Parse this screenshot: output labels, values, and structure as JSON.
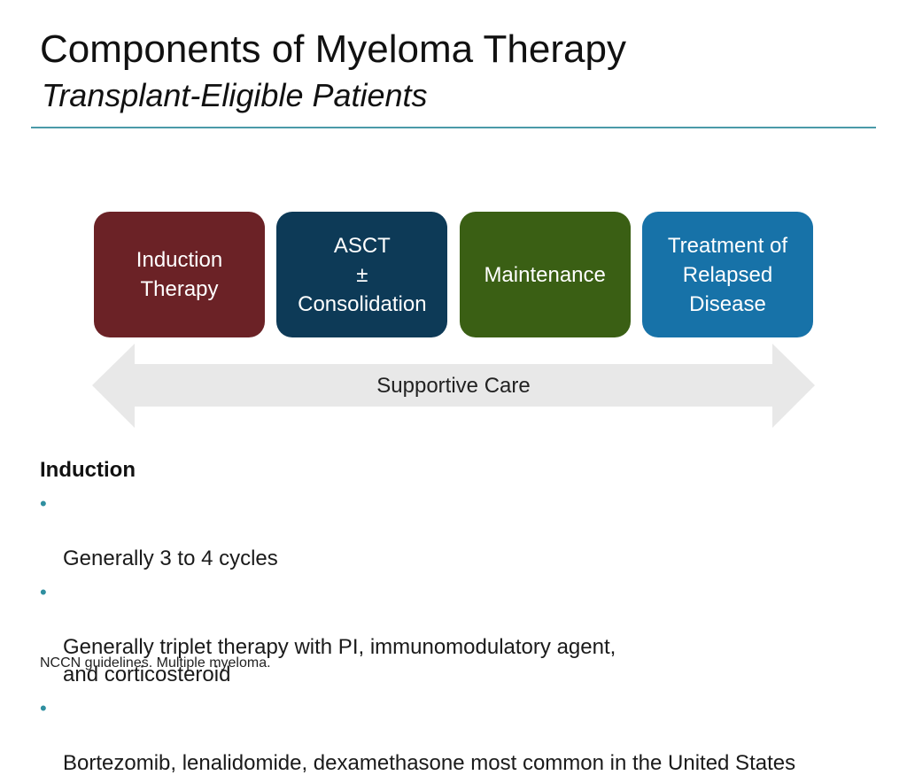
{
  "title": "Components of Myeloma Therapy",
  "subtitle": "Transplant-Eligible Patients",
  "steps": [
    {
      "label": "Induction\nTherapy",
      "color": "#6b2226"
    },
    {
      "label": "ASCT\n±\nConsolidation",
      "color": "#0d3a57"
    },
    {
      "label": "Maintenance",
      "color": "#3a5f14"
    },
    {
      "label": "Treatment of\nRelapsed\nDisease",
      "color": "#1772a8"
    }
  ],
  "arrow": {
    "label": "Supportive Care",
    "color": "#e8e8e8"
  },
  "section": {
    "heading": "Induction",
    "bullets": [
      "Generally 3 to 4 cycles",
      "Generally triplet therapy with PI, immunomodulatory agent,\nand corticosteroid",
      "Bortezomib, lenalidomide, dexamethasone most common in the United States"
    ]
  },
  "footnote": "NCCN guidelines. Multiple myeloma.",
  "colors": {
    "rule": "#4a9aa8",
    "bullet": "#2f8fa0"
  }
}
